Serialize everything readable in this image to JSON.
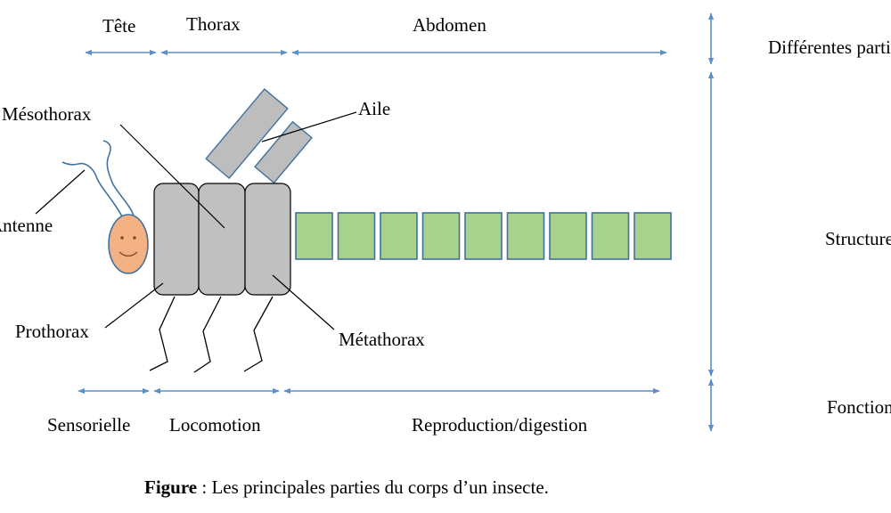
{
  "top_labels": {
    "tete": "Tête",
    "thorax": "Thorax",
    "abdomen": "Abdomen"
  },
  "bottom_labels": {
    "sensorielle": "Sensorielle",
    "locomotion": "Locomotion",
    "reproduction": "Reproduction/digestion"
  },
  "part_labels": {
    "mesothorax": "Mésothorax",
    "aile": "Aile",
    "antenne": "Antenne",
    "prothorax": "Prothorax",
    "metathorax": "Métathorax"
  },
  "right_labels": {
    "parties": "Différentes parties",
    "structure": "Structure",
    "fonction": "Fonction"
  },
  "caption": {
    "bold": "Figure",
    "text": " : Les principales parties du corps d’un insecte."
  },
  "colors": {
    "arrow": "#5b8fc9",
    "thorax_fill": "#c0c0c0",
    "abdomen_fill": "#a9d18e",
    "abdomen_stroke": "#41719c",
    "head_fill": "#f4b183"
  },
  "abdomen_segment_count": 9
}
